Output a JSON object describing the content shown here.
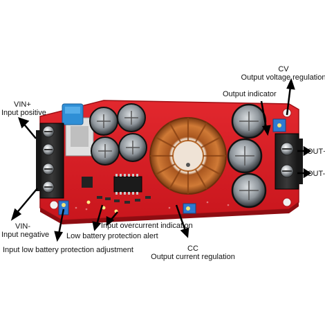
{
  "photo": {
    "subject": "DC-DC boost converter module",
    "board_color": "#d81f26",
    "background_color": "#ffffff"
  },
  "labels": {
    "vin_plus": "VIN+",
    "vin_plus_desc": "Input positive",
    "vin_minus": "VIN-",
    "vin_minus_desc": "Input negative",
    "low_batt_adj": "Input low battery protection adjustment",
    "low_batt_alert": "Low battery protection alert",
    "overcurrent": "Input overcurrent indication",
    "cc": "CC",
    "cc_desc": "Output current regulation",
    "cv": "CV",
    "cv_desc": "Output voltage regulation",
    "out_indicator": "Output indicator",
    "out_plus": "OUT+",
    "out_minus": "OUT-"
  }
}
